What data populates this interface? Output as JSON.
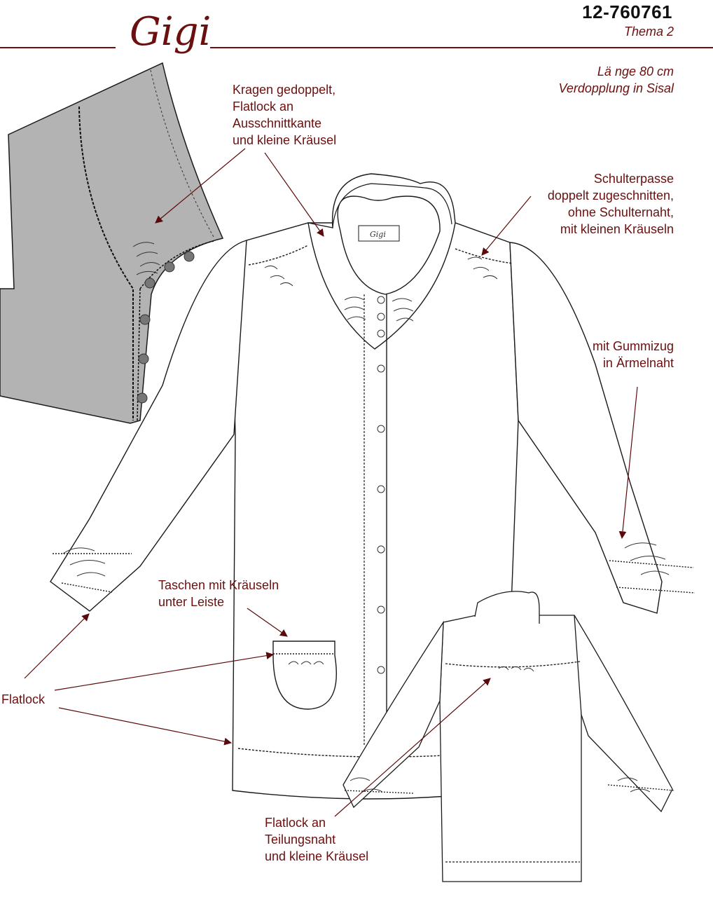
{
  "header": {
    "brand": "Gigi",
    "tag_brand": "Gigi",
    "article_number": "12-760761",
    "theme": "Thema 2",
    "length": "Lä nge 80 cm",
    "doubling": "Verdopplung in Sisal"
  },
  "annotations": {
    "collar": [
      "Kragen gedoppelt,",
      "Flatlock an",
      "Ausschnittkante",
      "und kleine Kräusel"
    ],
    "shoulder": [
      "Schulterpasse",
      "doppelt zugeschnitten,",
      "ohne Schulternaht,",
      "mit kleinen Kräuseln"
    ],
    "sleeve": [
      "mit Gummizug",
      "in Ärmelnaht"
    ],
    "pocket": [
      "Taschen mit Kräuseln",
      "unter Leiste"
    ],
    "flatlock": "Flatlock",
    "back_seam": [
      "Flatlock an",
      "Teilungsnaht",
      "und kleine Kräusel"
    ]
  },
  "colors": {
    "brand": "#6b0f0f",
    "line": "#1a1a1a",
    "detail_fill": "#b3b3b3",
    "button": "#777777"
  }
}
